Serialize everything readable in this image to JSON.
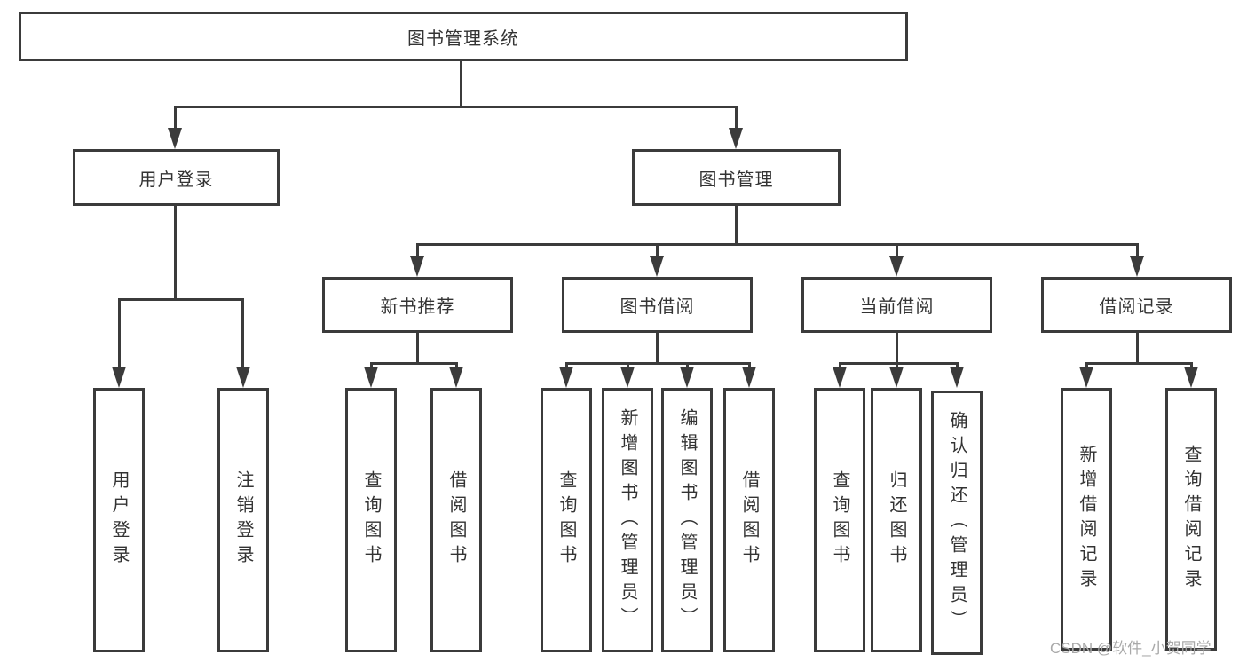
{
  "diagram": {
    "root": {
      "label": "图书管理系统",
      "children": [
        {
          "label": "用户登录",
          "children": [
            {
              "label": "用户登录"
            },
            {
              "label": "注销登录"
            }
          ]
        },
        {
          "label": "图书管理",
          "children": [
            {
              "label": "新书推荐",
              "children": [
                {
                  "label": "查询图书"
                },
                {
                  "label": "借阅图书"
                }
              ]
            },
            {
              "label": "图书借阅",
              "children": [
                {
                  "label": "查询图书"
                },
                {
                  "label": "新增图书（管理员）"
                },
                {
                  "label": "编辑图书（管理员）"
                },
                {
                  "label": "借阅图书"
                }
              ]
            },
            {
              "label": "当前借阅",
              "children": [
                {
                  "label": "查询图书"
                },
                {
                  "label": "归还图书"
                },
                {
                  "label": "确认归还（管理员）"
                }
              ]
            },
            {
              "label": "借阅记录",
              "children": [
                {
                  "label": "新增借阅记录"
                },
                {
                  "label": "查询借阅记录"
                }
              ]
            }
          ]
        }
      ]
    }
  },
  "watermark": {
    "text": "CSDN @软件_小贺同学"
  },
  "colors": {
    "line": "#3b3b3b",
    "text": "#333333",
    "watermark": "#a9a9a9",
    "background": "#ffffff"
  }
}
